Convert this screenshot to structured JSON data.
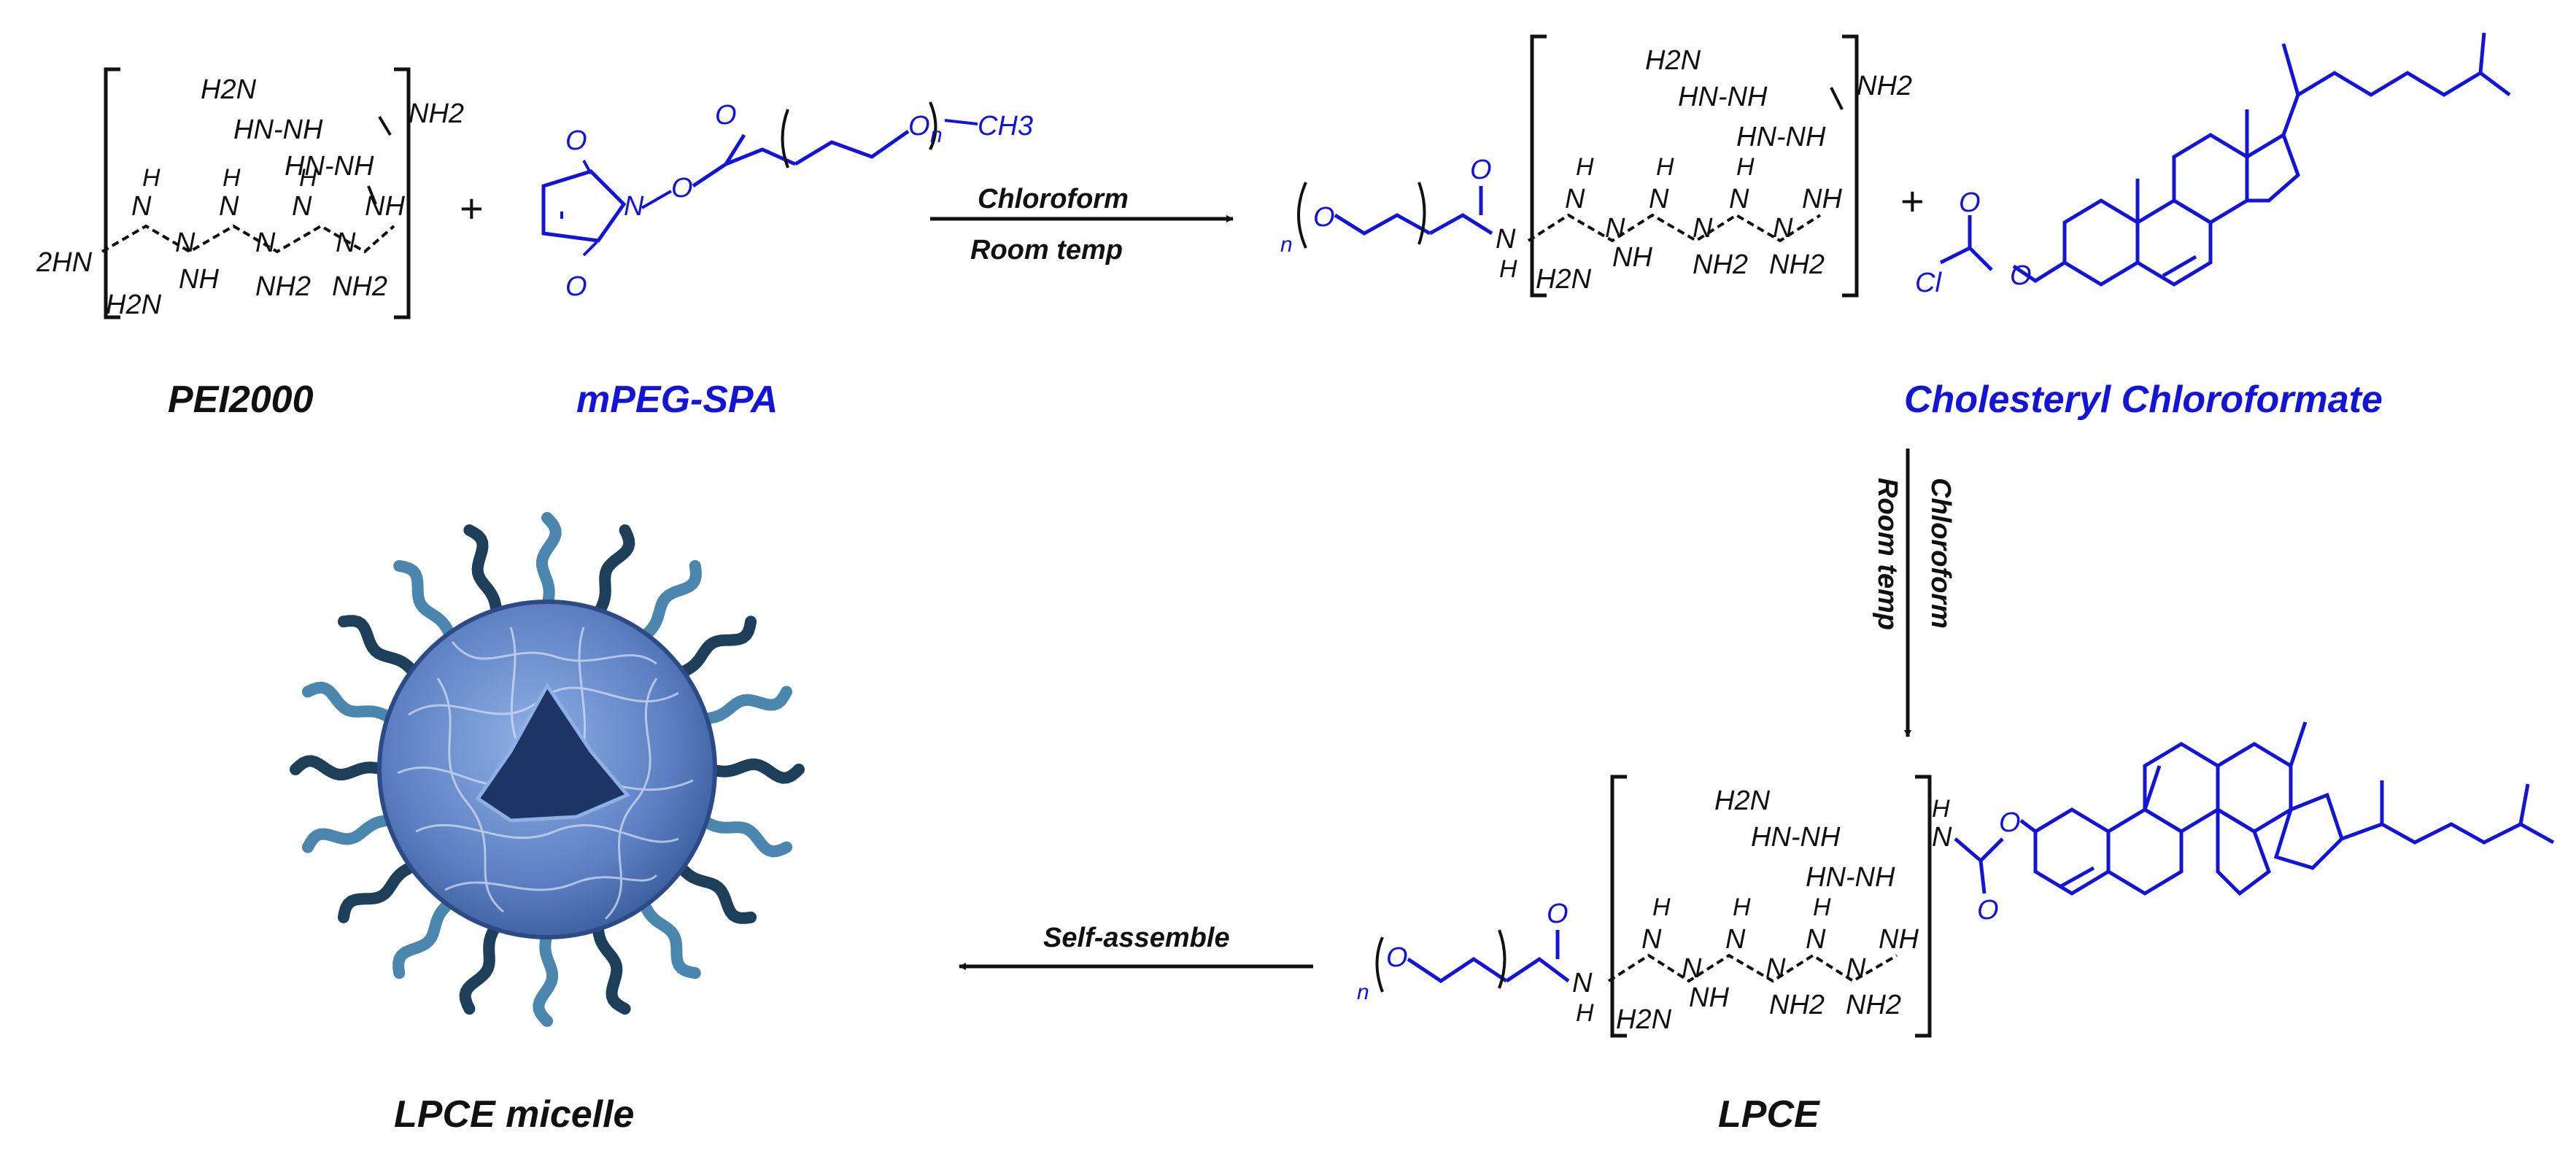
{
  "colors": {
    "black": "#111111",
    "blue": "#1414d6",
    "micelle_core": "#5b7fc2",
    "micelle_edge": "#2c4a86",
    "tail_light": "#4a86ad",
    "tail_dark": "#1e3f5a",
    "cavity": "#1d3565"
  },
  "labels": {
    "pei": "PEI2000",
    "mpeg": "mPEG-SPA",
    "cholesteryl": "Cholesteryl Chloroformate",
    "lpce": "LPCE",
    "micelle": "LPCE micelle"
  },
  "reactions": {
    "step1": {
      "top": "Chloroform",
      "bottom": "Room temp"
    },
    "step2": {
      "top": "Chloroform",
      "bottom": "Room temp"
    },
    "step3": {
      "top": "Self-assemble"
    }
  },
  "symbols": {
    "plus": "+"
  },
  "atoms": {
    "h2n": "H2N",
    "hn_nh": "HN-NH",
    "nh2": "NH2",
    "nh2_plain": "NH2",
    "h": "H",
    "n": "N",
    "nh": "NH",
    "hn": "HN",
    "two_hn": "2HN",
    "o": "O",
    "cl": "Cl",
    "ch3": "CH3",
    "n_sub": "n"
  }
}
